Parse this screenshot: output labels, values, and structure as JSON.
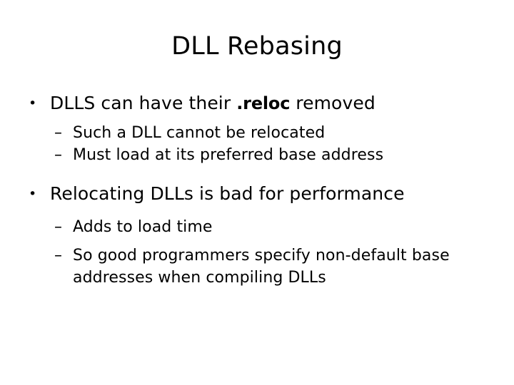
{
  "slide": {
    "title": "DLL Rebasing",
    "background_color": "#ffffff",
    "text_color": "#000000",
    "bullet_marker_level1": "•",
    "bullet_marker_level2": "–",
    "content": [
      {
        "level": 1,
        "text_before_code": "DLLS can have their ",
        "code": ".reloc",
        "text_after_code": " removed"
      },
      {
        "level": 2,
        "text": "Such a DLL cannot be relocated"
      },
      {
        "level": 2,
        "text": "Must load at its preferred base address"
      },
      {
        "level": 1,
        "text": "Relocating DLLs is bad for performance"
      },
      {
        "level": 2,
        "text": "Adds to load time"
      },
      {
        "level": 2,
        "text": "So good programmers specify non-default base",
        "wrap_line": "addresses when compiling DLLs"
      }
    ]
  }
}
